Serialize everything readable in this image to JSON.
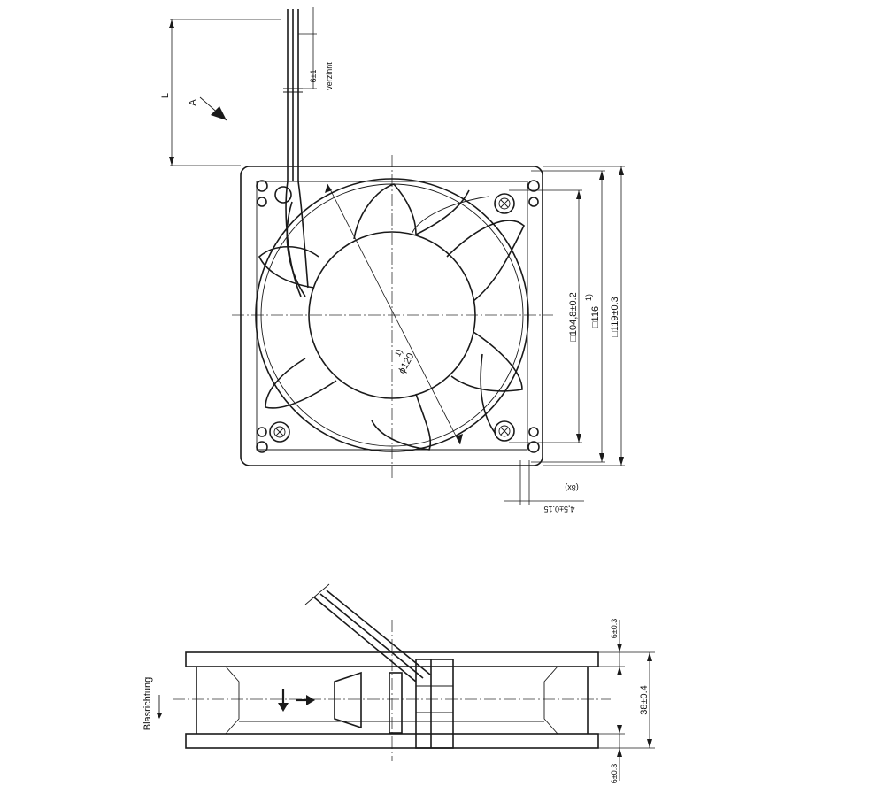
{
  "front_view": {
    "length_label": "L",
    "view_label": "A",
    "strip_dim": "6±1",
    "strip_note": "verzinnt",
    "diameter": "ϕ120",
    "diameter_note": "1)",
    "hole_spacing": "□104,8±0.2",
    "outer_side": "□116",
    "outer_side_note": "1)",
    "frame_side": "□119±0.3",
    "hole_dia": "4,5±0.15",
    "hole_count": "(8x)"
  },
  "side_view": {
    "airflow_label": "Blasrichtung",
    "flange_top": "6±0.3",
    "depth": "38±0.4",
    "flange_bottom": "6±0.3"
  }
}
